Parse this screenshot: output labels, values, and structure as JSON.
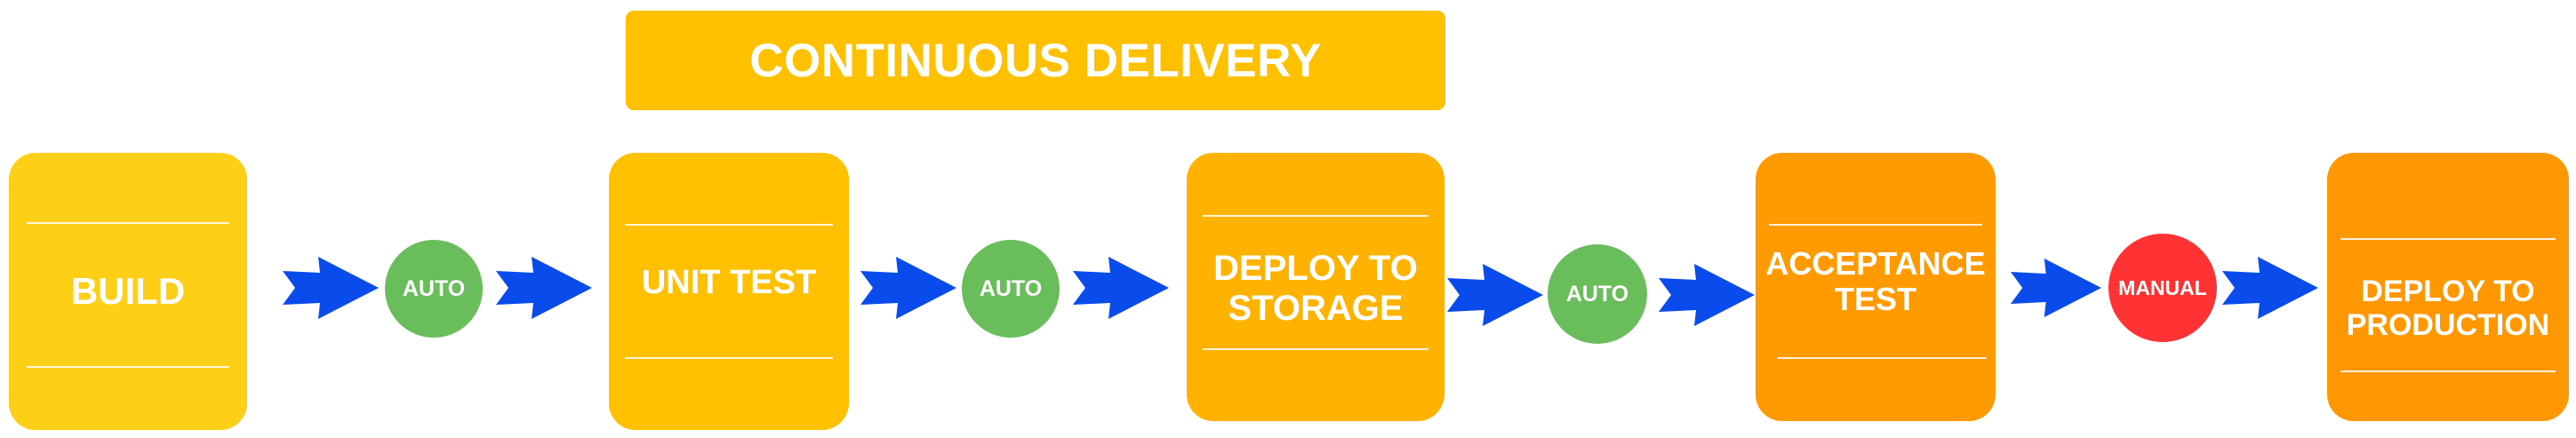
{
  "title": "CONTINUOUS DELIVERY",
  "colors": {
    "build": "#FDD017",
    "unit_test": "#FFC000",
    "deploy_storage": "#FFB300",
    "acceptance": "#FF9A00",
    "production": "#FF9700",
    "auto_gate": "#6ABD5B",
    "manual_gate": "#FF3333",
    "arrow": "#0A4BEB"
  },
  "stages": [
    {
      "id": "build",
      "label": "BUILD"
    },
    {
      "id": "unit-test",
      "label": "UNIT TEST"
    },
    {
      "id": "deploy-storage",
      "label": "DEPLOY TO\nSTORAGE"
    },
    {
      "id": "acceptance-test",
      "label": "ACCEPTANCE\nTEST"
    },
    {
      "id": "deploy-production",
      "label": "DEPLOY TO\nPRODUCTION"
    }
  ],
  "gates": [
    {
      "id": "gate-1",
      "label": "AUTO"
    },
    {
      "id": "gate-2",
      "label": "AUTO"
    },
    {
      "id": "gate-3",
      "label": "AUTO"
    },
    {
      "id": "gate-4",
      "label": "MANUAL"
    }
  ]
}
